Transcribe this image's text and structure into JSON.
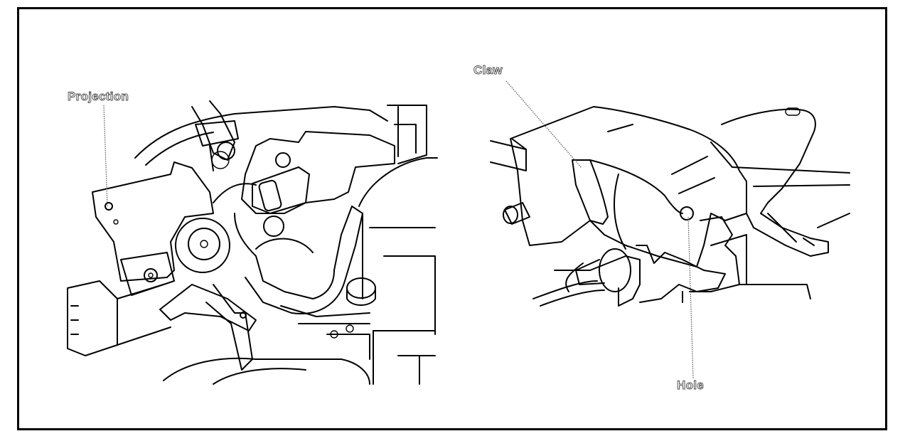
{
  "figure": {
    "labels": {
      "projection": "Projection",
      "claw": "Claw",
      "hole": "Hole"
    }
  }
}
